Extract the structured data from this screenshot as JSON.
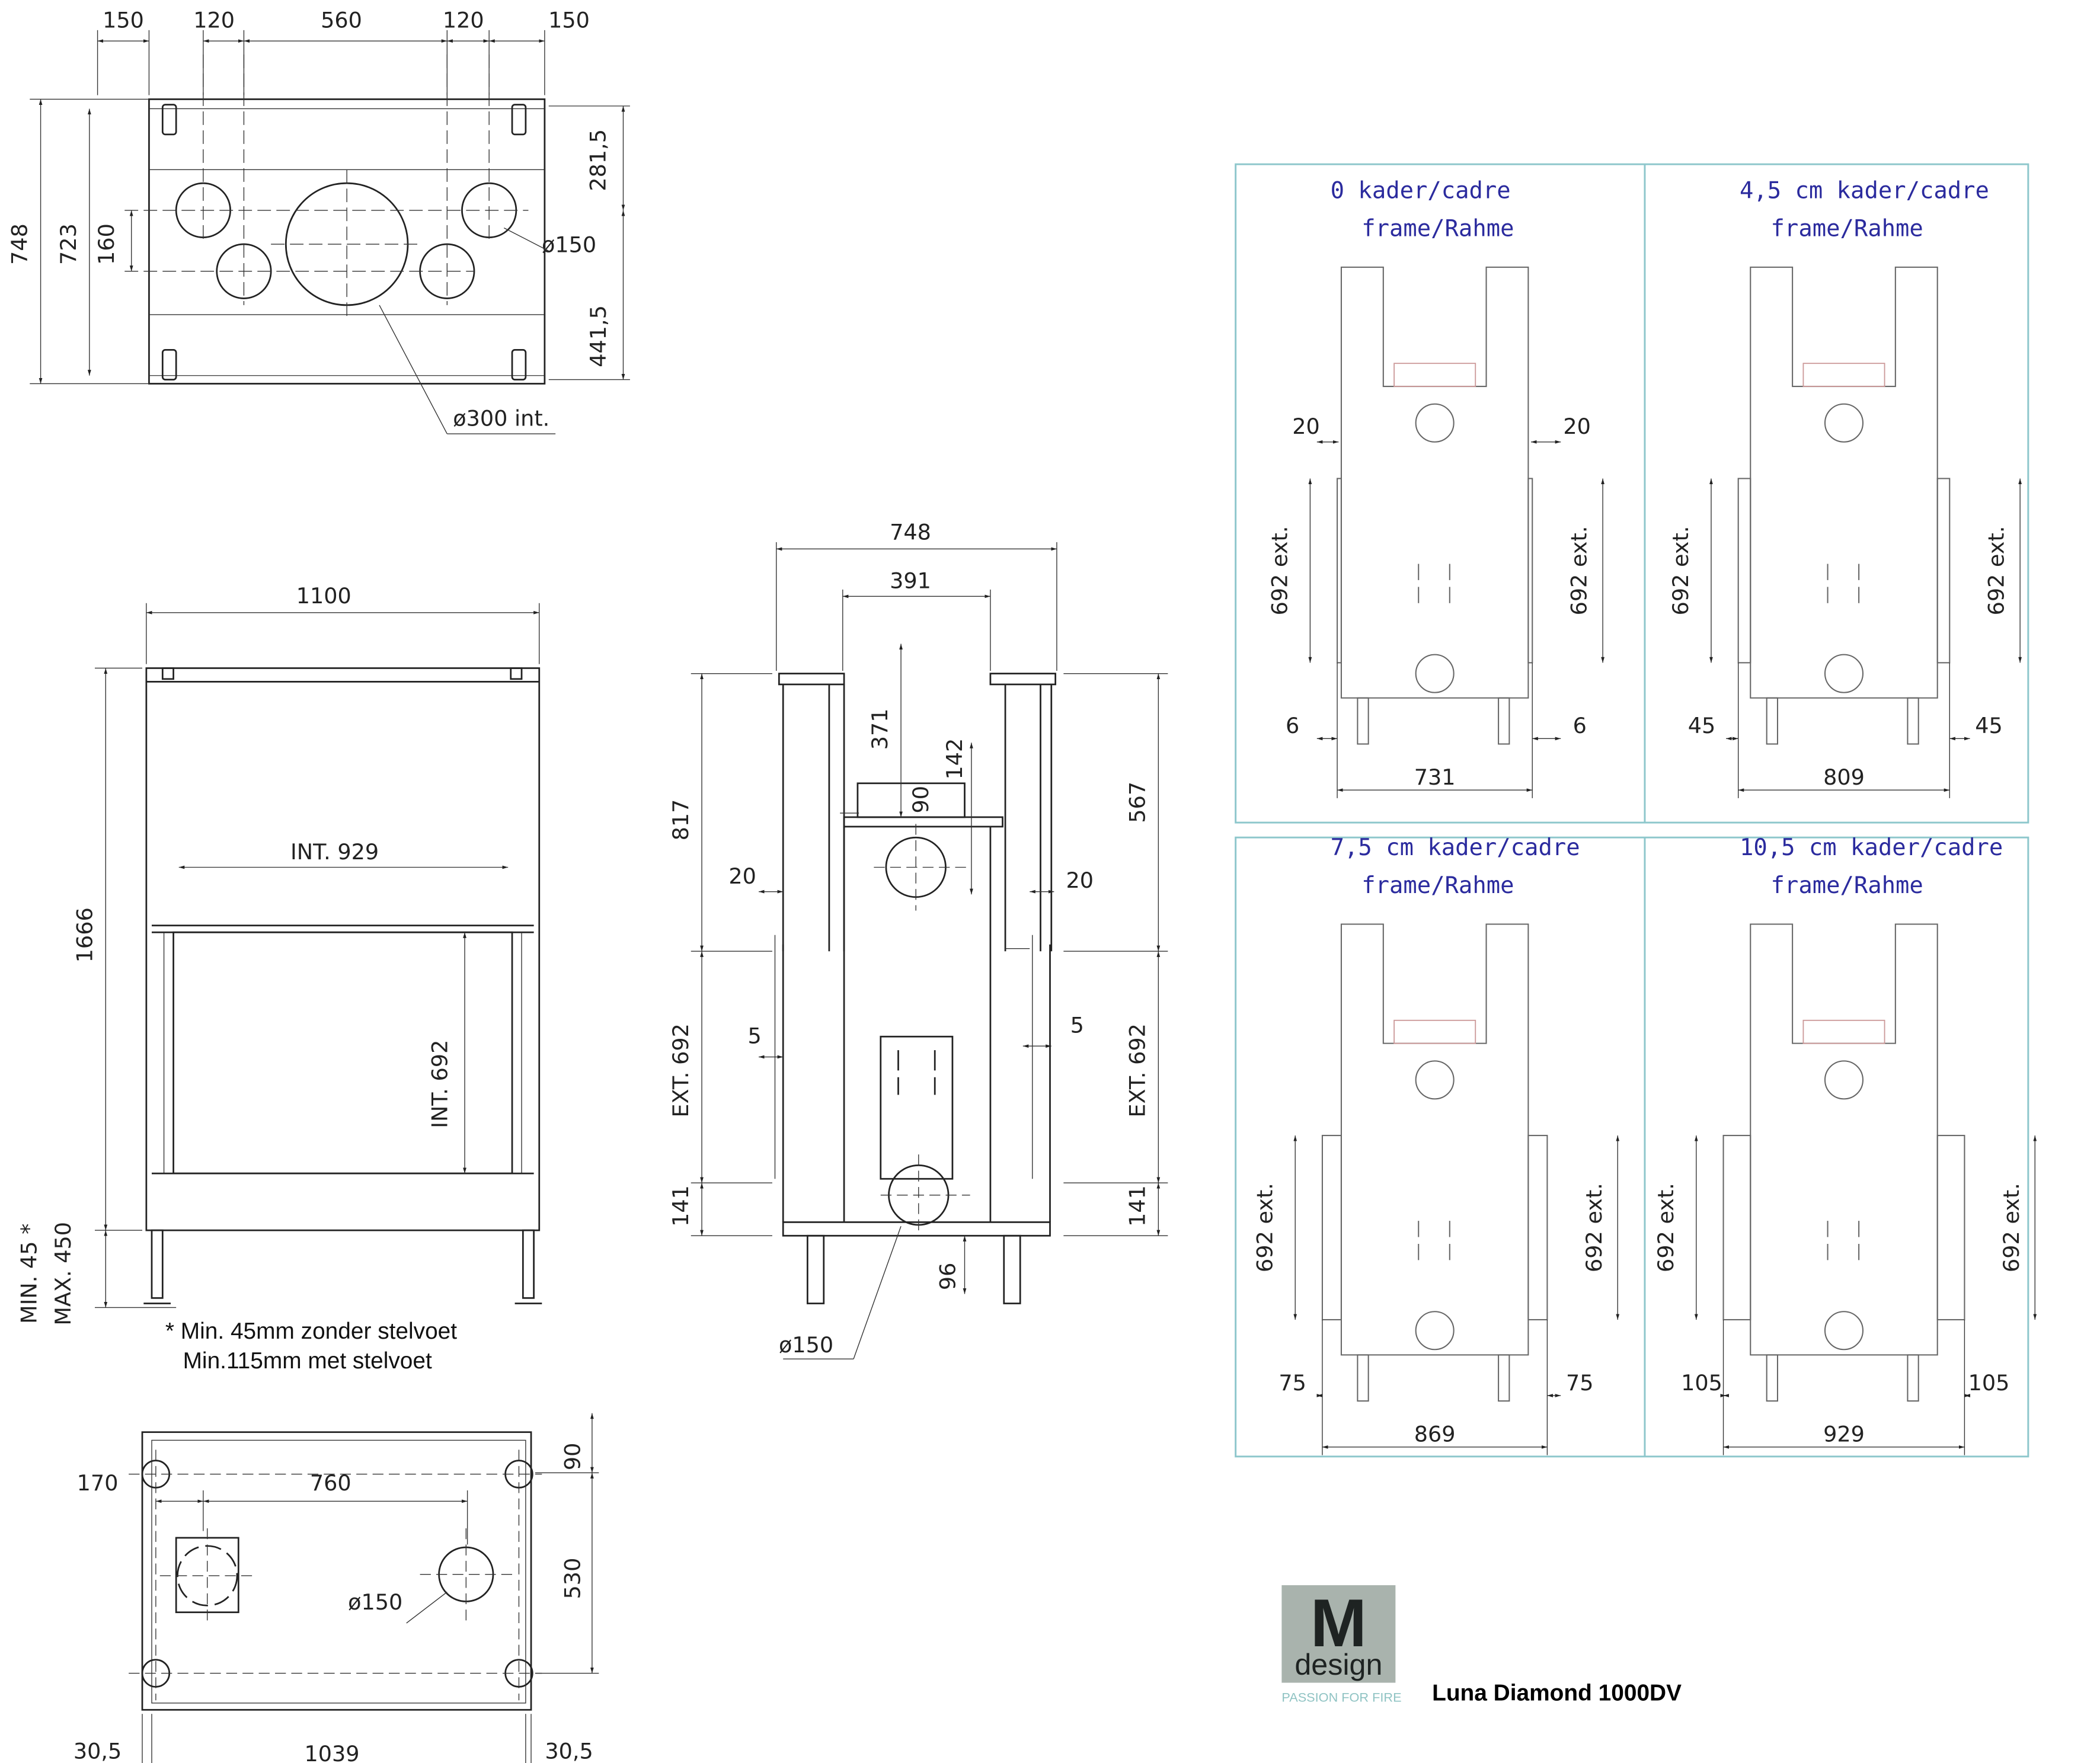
{
  "top_view": {
    "dims_top": [
      "150",
      "120",
      "560",
      "120",
      "150"
    ],
    "dim_748": "748",
    "dim_723": "723",
    "dim_160": "160",
    "dim_281": "281,5",
    "dim_441": "441,5",
    "dia_150": "ø150",
    "dia_300": "ø300 int."
  },
  "front_view": {
    "dim_1100": "1100",
    "int_929": "INT. 929",
    "dim_1666": "1666",
    "int_692": "INT. 692",
    "min": "MIN. 45 *",
    "max": "MAX. 450",
    "note_1": "* Min. 45mm zonder stelvoet",
    "note_2": "Min.115mm met stelvoet"
  },
  "side_view": {
    "dim_748": "748",
    "dim_391": "391",
    "dim_371": "371",
    "dim_142": "142",
    "dim_90": "90",
    "dim_817": "817",
    "dim_567": "567",
    "dim_20_l": "20",
    "dim_20_r": "20",
    "dim_5_l": "5",
    "dim_5_r": "5",
    "ext_692_l": "EXT. 692",
    "ext_692_r": "EXT. 692",
    "dim_141_l": "141",
    "dim_141_r": "141",
    "dim_96": "96",
    "dia_150": "ø150"
  },
  "bottom_view": {
    "dim_170": "170",
    "dim_760": "760",
    "dim_90": "90",
    "dim_530": "530",
    "dia_150": "ø150",
    "dim_30_l": "30,5",
    "dim_1039": "1039",
    "dim_30_r": "30,5"
  },
  "panels": [
    {
      "title_1": "0  kader/cadre",
      "title_2": "frame/Rahme",
      "side_top": "20",
      "side_bottom": "6",
      "height": "692 ext.",
      "width": "731"
    },
    {
      "title_1": "4,5 cm  kader/cadre",
      "title_2": "frame/Rahme",
      "side_bottom": "45",
      "height": "692 ext.",
      "width": "809"
    },
    {
      "title_1": "7,5 cm  kader/cadre",
      "title_2": "frame/Rahme",
      "side_bottom": "75",
      "height": "692 ext.",
      "width": "869"
    },
    {
      "title_1": "10,5 cm kader/cadre",
      "title_2": "frame/Rahme",
      "side_bottom": "105",
      "height": "692 ext.",
      "width": "929"
    }
  ],
  "logo": {
    "mark": "M",
    "word": "design",
    "tagline": "PASSION FOR FIRE"
  },
  "product_title": "Luna Diamond 1000DV",
  "colors": {
    "panel_border": "#8ec7cc",
    "panel_text": "#2b2b9e",
    "logo_bg": "#a9b3ad",
    "tagline": "#8fc3c3"
  }
}
